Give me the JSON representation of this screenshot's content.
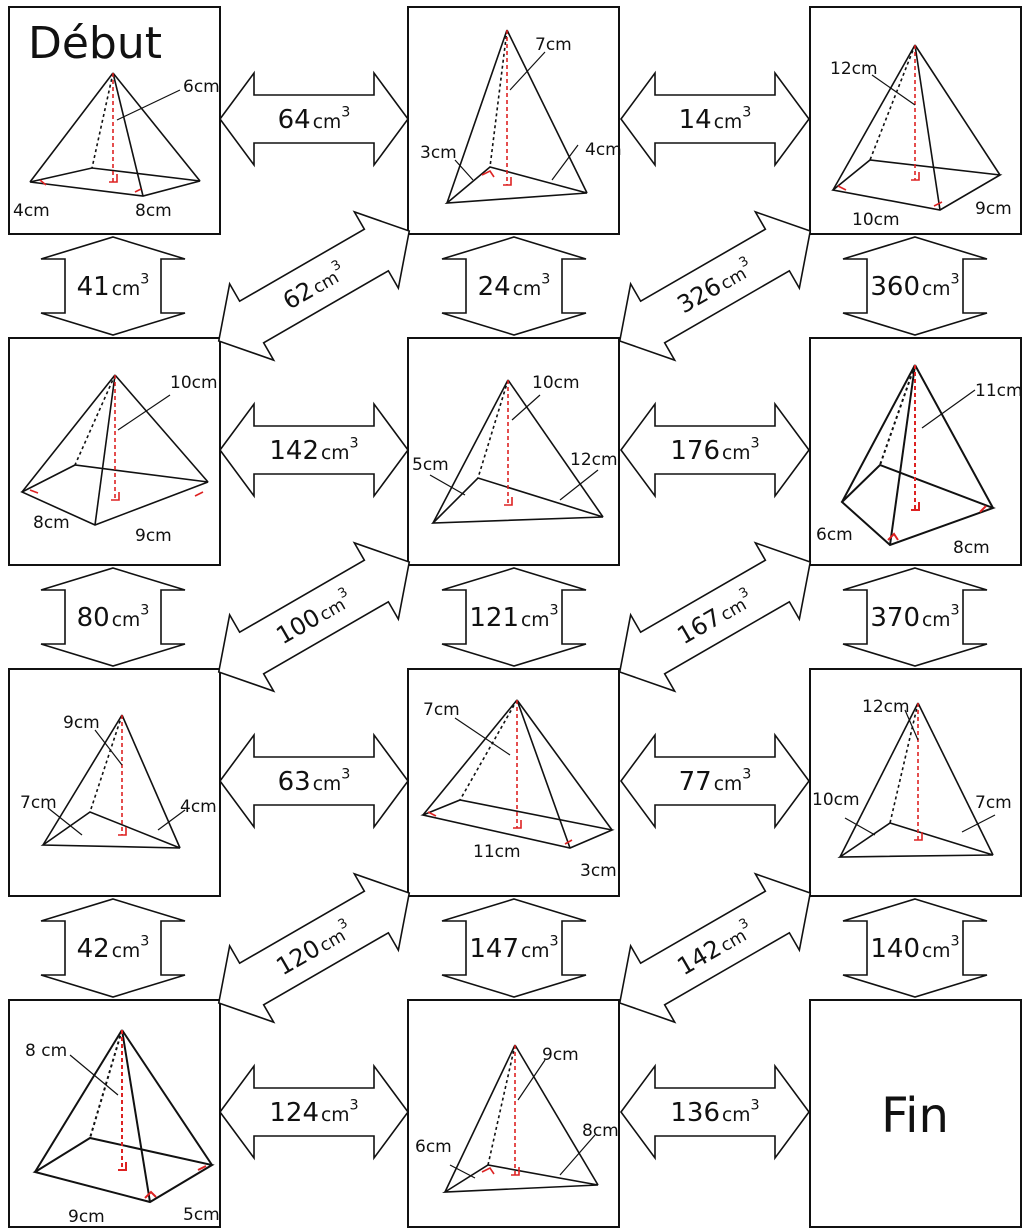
{
  "start_label": "Début",
  "end_label": "Fin",
  "cells": [
    {
      "id": "r0c0",
      "kind": "square",
      "labels": [
        "6cm",
        "4cm",
        "8cm"
      ]
    },
    {
      "id": "r0c1",
      "kind": "triangle",
      "labels": [
        "7cm",
        "3cm",
        "4cm"
      ]
    },
    {
      "id": "r0c2",
      "kind": "rect",
      "labels": [
        "12cm",
        "10cm",
        "9cm"
      ]
    },
    {
      "id": "r1c0",
      "kind": "square",
      "labels": [
        "10cm",
        "8cm",
        "9cm"
      ]
    },
    {
      "id": "r1c1",
      "kind": "triangle",
      "labels": [
        "10cm",
        "5cm",
        "12cm"
      ]
    },
    {
      "id": "r1c2",
      "kind": "rect",
      "labels": [
        "11cm",
        "6cm",
        "8cm"
      ]
    },
    {
      "id": "r2c0",
      "kind": "triangle",
      "labels": [
        "9cm",
        "7cm",
        "4cm"
      ]
    },
    {
      "id": "r2c1",
      "kind": "square",
      "labels": [
        "7cm",
        "11cm",
        "3cm"
      ]
    },
    {
      "id": "r2c2",
      "kind": "triangle",
      "labels": [
        "12cm",
        "10cm",
        "7cm"
      ]
    },
    {
      "id": "r3c0",
      "kind": "rect",
      "labels": [
        "8 cm",
        "9cm",
        "5cm"
      ]
    },
    {
      "id": "r3c1",
      "kind": "triangle",
      "labels": [
        "9cm",
        "6cm",
        "8cm"
      ]
    }
  ],
  "h_arrows": [
    {
      "id": "h-r0-a",
      "value": "64"
    },
    {
      "id": "h-r0-b",
      "value": "14"
    },
    {
      "id": "h-r1-a",
      "value": "142"
    },
    {
      "id": "h-r1-b",
      "value": "176"
    },
    {
      "id": "h-r2-a",
      "value": "63"
    },
    {
      "id": "h-r2-b",
      "value": "77"
    },
    {
      "id": "h-r3-a",
      "value": "124"
    },
    {
      "id": "h-r3-b",
      "value": "136"
    }
  ],
  "v_arrows": [
    {
      "id": "v-0-c0",
      "value": "41"
    },
    {
      "id": "v-0-c1",
      "value": "24"
    },
    {
      "id": "v-0-c2",
      "value": "360"
    },
    {
      "id": "v-1-c0",
      "value": "80"
    },
    {
      "id": "v-1-c1",
      "value": "121"
    },
    {
      "id": "v-1-c2",
      "value": "370"
    },
    {
      "id": "v-2-c0",
      "value": "42"
    },
    {
      "id": "v-2-c1",
      "value": "147"
    },
    {
      "id": "v-2-c2",
      "value": "140"
    }
  ],
  "d_arrows": [
    {
      "id": "d-0-a",
      "value": "62"
    },
    {
      "id": "d-0-b",
      "value": "326"
    },
    {
      "id": "d-1-a",
      "value": "100"
    },
    {
      "id": "d-1-b",
      "value": "167"
    },
    {
      "id": "d-2-a",
      "value": "120"
    },
    {
      "id": "d-2-b",
      "value": "142"
    }
  ],
  "unit": "cm",
  "unit_exp": "3"
}
